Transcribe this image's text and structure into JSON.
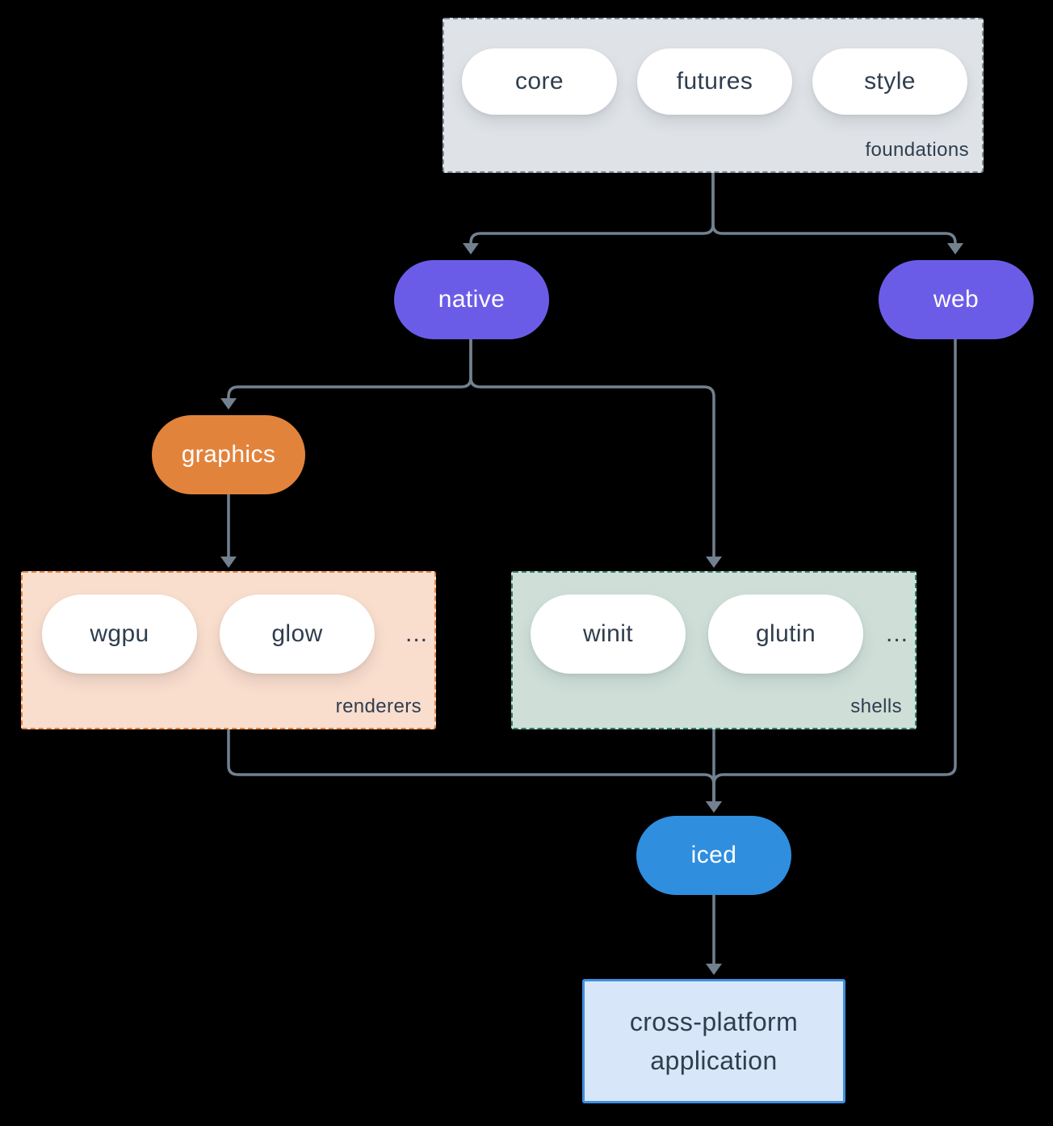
{
  "colors": {
    "bg": "#000000",
    "arrow": "#72818f",
    "ink": "#2f3e4e",
    "white": "#ffffff",
    "purple": "#6b5ce8",
    "orange": "#e2833c",
    "orangeFill": "#f9ddcd",
    "grayFill": "#dfe3e7",
    "grayBorder": "#7d8e9d",
    "tealBorder": "#2e7f6e",
    "tealFill": "#cfdfd8",
    "blue": "#2f8ede",
    "blueFill": "#d7e7f9",
    "blueBorder": "#3e8fe2"
  },
  "nodes": {
    "foundations": {
      "label": "foundations",
      "pills": [
        "core",
        "futures",
        "style"
      ]
    },
    "native": {
      "label": "native"
    },
    "web": {
      "label": "web"
    },
    "graphics": {
      "label": "graphics"
    },
    "renderers": {
      "label": "renderers",
      "pills": [
        "wgpu",
        "glow"
      ],
      "ellipsis": "..."
    },
    "shells": {
      "label": "shells",
      "pills": [
        "winit",
        "glutin"
      ],
      "ellipsis": "..."
    },
    "iced": {
      "label": "iced"
    },
    "application": {
      "label": "cross-platform application"
    }
  }
}
